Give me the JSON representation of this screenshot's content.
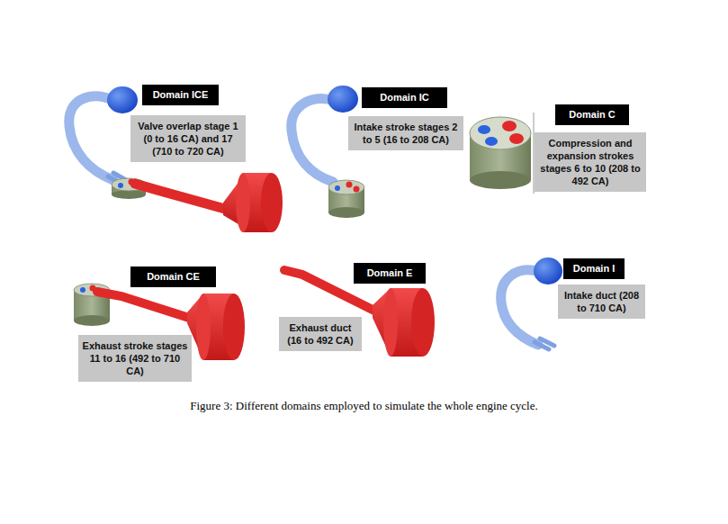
{
  "diagram": {
    "caption": "Figure 3: Different domains employed to simulate the whole engine cycle.",
    "nodes": [
      {
        "text": [
          "Domain ICE"
        ]
      },
      {
        "text": [
          "Valve overlap stage 1 (0 to 16 CA) and 17 (710 to 720 CA)"
        ]
      },
      {
        "text": [
          "Domain IC"
        ]
      },
      {
        "text": [
          "Intake stroke stages 2 to 5 (16 to 208 CA)"
        ]
      },
      {
        "text": [
          "Domain C"
        ]
      },
      {
        "text": [
          "Compression and expansion strokes stages 6 to 10 (208 to 492 CA)"
        ]
      },
      {
        "text": [
          "Domain CE"
        ]
      },
      {
        "text": [
          "Exhaust stroke stages 11 to 16 (492 to 710 CA)"
        ]
      },
      {
        "text": [
          "Domain E"
        ]
      },
      {
        "text": [
          "Exhaust duct (16 to 492 CA)"
        ]
      },
      {
        "text": [
          "Domain I"
        ]
      },
      {
        "text": [
          "Intake duct (208 to 710 CA)"
        ]
      }
    ]
  }
}
